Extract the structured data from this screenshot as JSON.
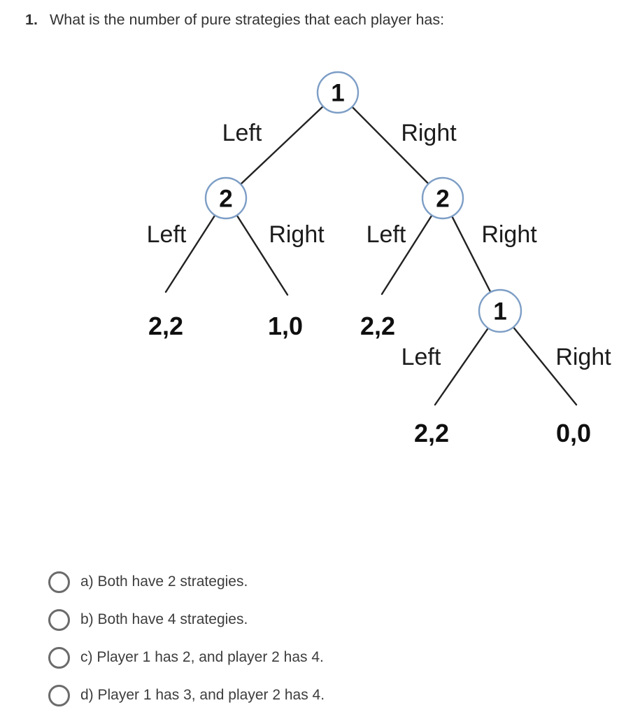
{
  "question": {
    "number": "1.",
    "text": "What is the number of pure strategies that each player has:"
  },
  "tree": {
    "nodes": [
      {
        "name": "root",
        "player": "1"
      },
      {
        "name": "left-child",
        "player": "2"
      },
      {
        "name": "right-child",
        "player": "2"
      },
      {
        "name": "bottom-right",
        "player": "1"
      }
    ],
    "edges": [
      {
        "from": "root",
        "label": "Left"
      },
      {
        "from": "root",
        "label": "Right"
      },
      {
        "from": "left-child",
        "label": "Left"
      },
      {
        "from": "left-child",
        "label": "Right"
      },
      {
        "from": "right-child",
        "label": "Left"
      },
      {
        "from": "right-child",
        "label": "Right"
      },
      {
        "from": "bottom-right",
        "label": "Left"
      },
      {
        "from": "bottom-right",
        "label": "Right"
      }
    ],
    "payoffs": [
      "2,2",
      "1,0",
      "2,2",
      "2,2",
      "0,0"
    ]
  },
  "options": [
    {
      "id": "a",
      "label": "a) Both have 2 strategies.",
      "selected": false
    },
    {
      "id": "b",
      "label": "b) Both have 4 strategies.",
      "selected": false
    },
    {
      "id": "c",
      "label": "c) Player 1 has 2, and player 2 has 4.",
      "selected": false
    },
    {
      "id": "d",
      "label": "d) Player 1 has 3, and player 2 has 4.",
      "selected": false
    }
  ],
  "colors": {
    "background": "#ffffff",
    "node_border": "#7d9ec6",
    "tree_line": "#222222",
    "tree_text": "#111111",
    "radio_border": "#6b6b6b",
    "option_text": "#3d3d3d",
    "question_text": "#333333"
  }
}
